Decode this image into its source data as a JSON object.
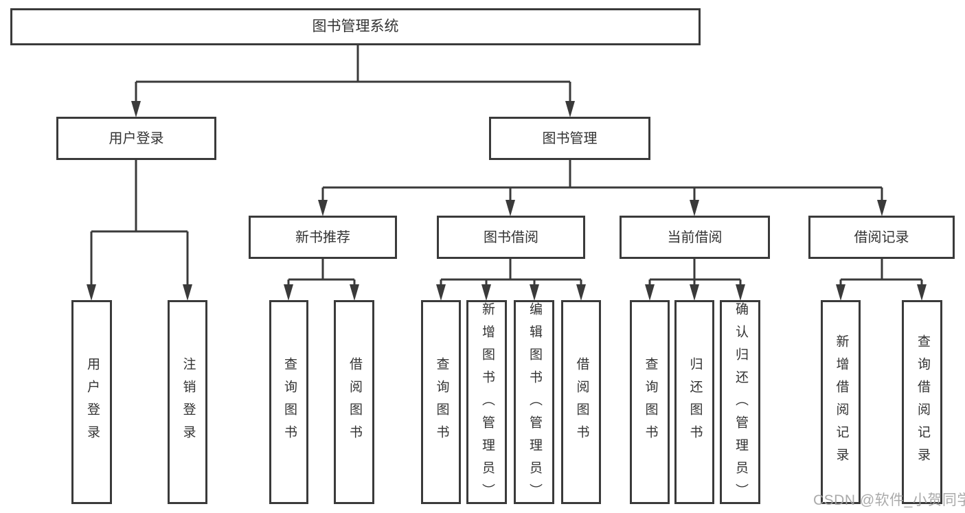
{
  "diagram": {
    "root": {
      "label": "图书管理系统",
      "children": [
        {
          "label": "用户登录",
          "children": [
            {
              "label": "用户登录"
            },
            {
              "label": "注销登录"
            }
          ]
        },
        {
          "label": "图书管理",
          "children": [
            {
              "label": "新书推荐",
              "children": [
                {
                  "label": "查询图书"
                },
                {
                  "label": "借阅图书"
                }
              ]
            },
            {
              "label": "图书借阅",
              "children": [
                {
                  "label": "查询图书"
                },
                {
                  "label": "新增图书（管理员）"
                },
                {
                  "label": "编辑图书（管理员）"
                },
                {
                  "label": "借阅图书"
                }
              ]
            },
            {
              "label": "当前借阅",
              "children": [
                {
                  "label": "查询图书"
                },
                {
                  "label": "归还图书"
                },
                {
                  "label": "确认归还（管理员）"
                }
              ]
            },
            {
              "label": "借阅记录",
              "children": [
                {
                  "label": "新增借阅记录"
                },
                {
                  "label": "查询借阅记录"
                }
              ]
            }
          ]
        }
      ]
    }
  },
  "watermark": {
    "text": "CSDN @软件_小贺同学"
  },
  "colors": {
    "line": "#3a3a3a",
    "text": "#333333",
    "background": "#ffffff",
    "watermark": "#a3a3a3"
  }
}
